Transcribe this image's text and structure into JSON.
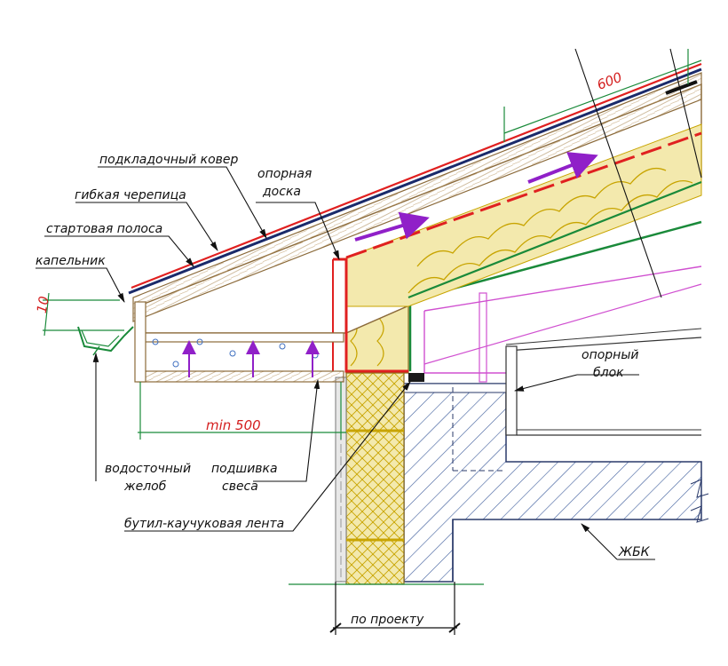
{
  "labels": {
    "underlay_carpet": "подкладочный ковер",
    "flexible_tile": "гибкая черепица",
    "starter_strip": "стартовая полоса",
    "drip_edge": "капельник",
    "support_board_1": "опорная",
    "support_board_2": "доска",
    "support_block_1": "опорный",
    "support_block_2": "блок",
    "gutter_1": "водосточный",
    "gutter_2": "желоб",
    "soffit_1": "подшивка",
    "soffit_2": "свеса",
    "butyl_tape": "бутил-каучуковая лента",
    "concrete": "ЖБК"
  },
  "dimensions": {
    "rafter_spacing": "600",
    "overhang": "min 500",
    "drip_offset": "10",
    "wall": "по проекту"
  },
  "colors": {
    "underlay": "#e02020",
    "tile": "#1a2a6a",
    "wood": "#8b6a3a",
    "insulation": "#f1e7a8",
    "insulation_line": "#c8a400",
    "membrane": "#1a8a3a",
    "vapor": "#d050d0",
    "airflow": "#9020c8",
    "dimension_line": "#1a8a3a",
    "concrete_hatch": "#3a5a9a"
  }
}
